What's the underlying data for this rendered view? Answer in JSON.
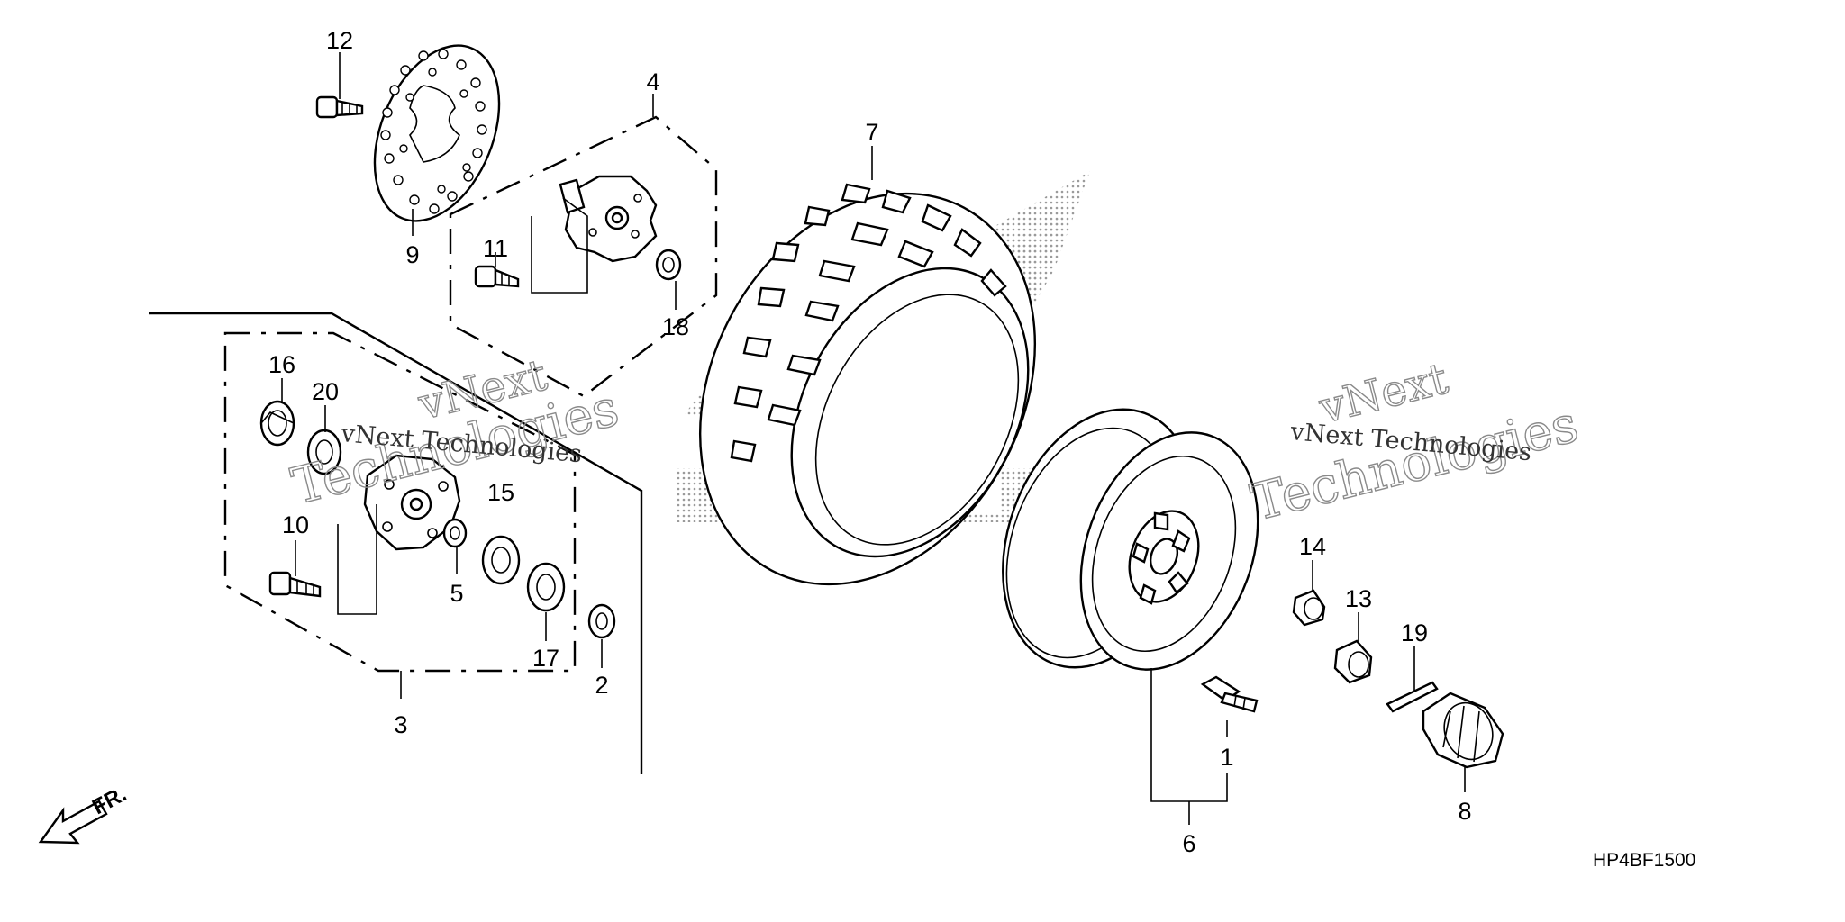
{
  "diagram_code": "HP4BF1500",
  "direction_label": "FR.",
  "watermark": {
    "line1": "vNext",
    "line2": "Technologies",
    "caption": "vNext Technologies"
  },
  "callouts": [
    "12",
    "4",
    "9",
    "7",
    "11",
    "18",
    "16",
    "20",
    "10",
    "15",
    "5",
    "17",
    "2",
    "3",
    "14",
    "13",
    "19",
    "1",
    "6",
    "8"
  ],
  "colors": {
    "ink": "#000000",
    "halftone": "#b0b0b0",
    "watermark": "#8a8a8a"
  }
}
